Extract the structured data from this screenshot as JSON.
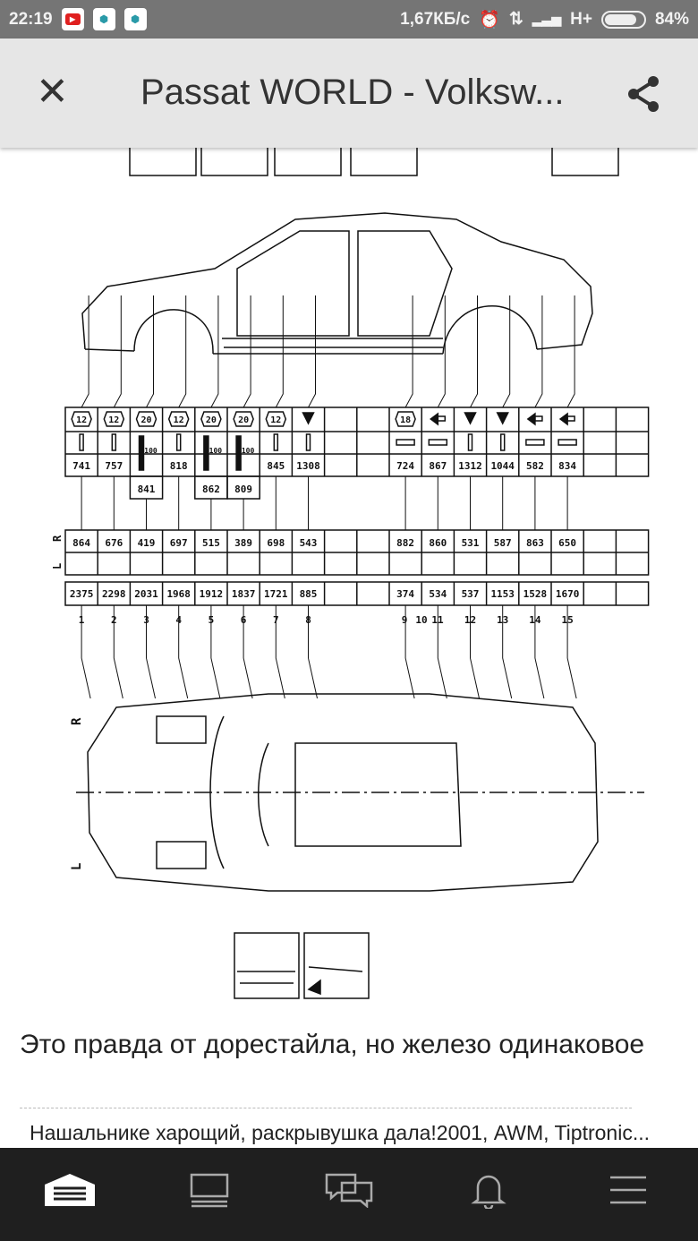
{
  "status_bar": {
    "time": "22:19",
    "net_speed": "1,67КБ/с",
    "network": "H+",
    "battery": "84%",
    "battery_level": 0.84
  },
  "app_bar": {
    "title": "Passat WORLD - Volksw...",
    "close_label": "✕"
  },
  "diagram": {
    "top_row": [
      "12",
      "12",
      "20",
      "12",
      "20",
      "20",
      "12",
      "down",
      "",
      "",
      "18",
      "left",
      "down",
      "down",
      "left",
      "left",
      "",
      ""
    ],
    "values_upper": [
      "741",
      "757",
      "",
      "818",
      "",
      "",
      "845",
      "1308",
      "",
      "",
      "724",
      "867",
      "1312",
      "1044",
      "582",
      "834",
      "",
      ""
    ],
    "bolt_labels": [
      "",
      "",
      "100",
      "",
      "100",
      "100",
      "",
      "",
      "",
      "",
      "",
      "",
      "",
      "",
      "",
      "",
      "",
      ""
    ],
    "values_extra": [
      "",
      "",
      "841",
      "",
      "862",
      "809",
      "",
      "",
      "",
      "",
      "",
      "",
      "",
      "",
      "",
      "",
      "",
      ""
    ],
    "values_middle": [
      "864",
      "676",
      "419",
      "697",
      "515",
      "389",
      "698",
      "543",
      "",
      "",
      "882",
      "860",
      "531",
      "587",
      "863",
      "650",
      "",
      ""
    ],
    "values_lower": [
      "2375",
      "2298",
      "2031",
      "1968",
      "1912",
      "1837",
      "1721",
      "885",
      "",
      "",
      "374",
      "534",
      "537",
      "1153",
      "1528",
      "1670",
      "",
      ""
    ],
    "point_numbers": [
      "1",
      "2",
      "3",
      "4",
      "5",
      "6",
      "7",
      "8",
      "9",
      "10",
      "11",
      "12",
      "13",
      "14",
      "15"
    ],
    "side_labels": {
      "right": "R",
      "left": "L"
    }
  },
  "post": {
    "caption": "Это правда от дорестайла, но железо одинаковое",
    "comment": "Нашальнике харощий, раскрывушка дала!2001, AWM, Tiptronic..."
  },
  "nav": [
    "home",
    "feed",
    "messages",
    "notifications",
    "menu"
  ]
}
